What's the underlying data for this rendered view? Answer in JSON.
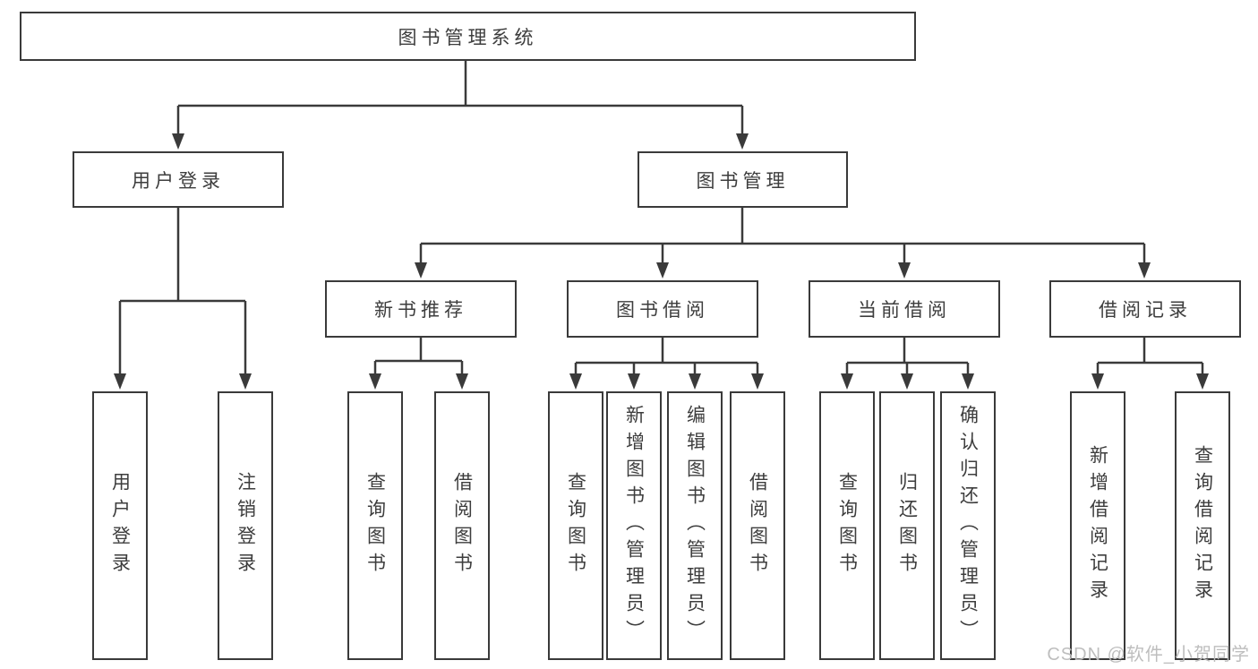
{
  "diagram": {
    "type": "hierarchy-tree",
    "nodes": {
      "root": "图书管理系统",
      "user_login": "用户登录",
      "book_mgmt": "图书管理",
      "new_books": "新书推荐",
      "book_borrow": "图书借阅",
      "current_borrow": "当前借阅",
      "borrow_records": "借阅记录"
    },
    "leaves": {
      "user_login": [
        "用户登录",
        "注销登录"
      ],
      "new_books": [
        "查询图书",
        "借阅图书"
      ],
      "book_borrow": [
        "查询图书",
        "新增图书（管理员）",
        "编辑图书（管理员）",
        "借阅图书"
      ],
      "current_borrow": [
        "查询图书",
        "归还图书",
        "确认归还（管理员）"
      ],
      "borrow_records": [
        "新增借阅记录",
        "查询借阅记录"
      ]
    }
  },
  "watermark": {
    "text": "CSDN @软件_小贺同学"
  },
  "colors": {
    "line": "#3a3a3a",
    "box_border": "#3a3a3a",
    "text": "#3d3d3d",
    "watermark": "#bababa",
    "background": "#ffffff"
  }
}
